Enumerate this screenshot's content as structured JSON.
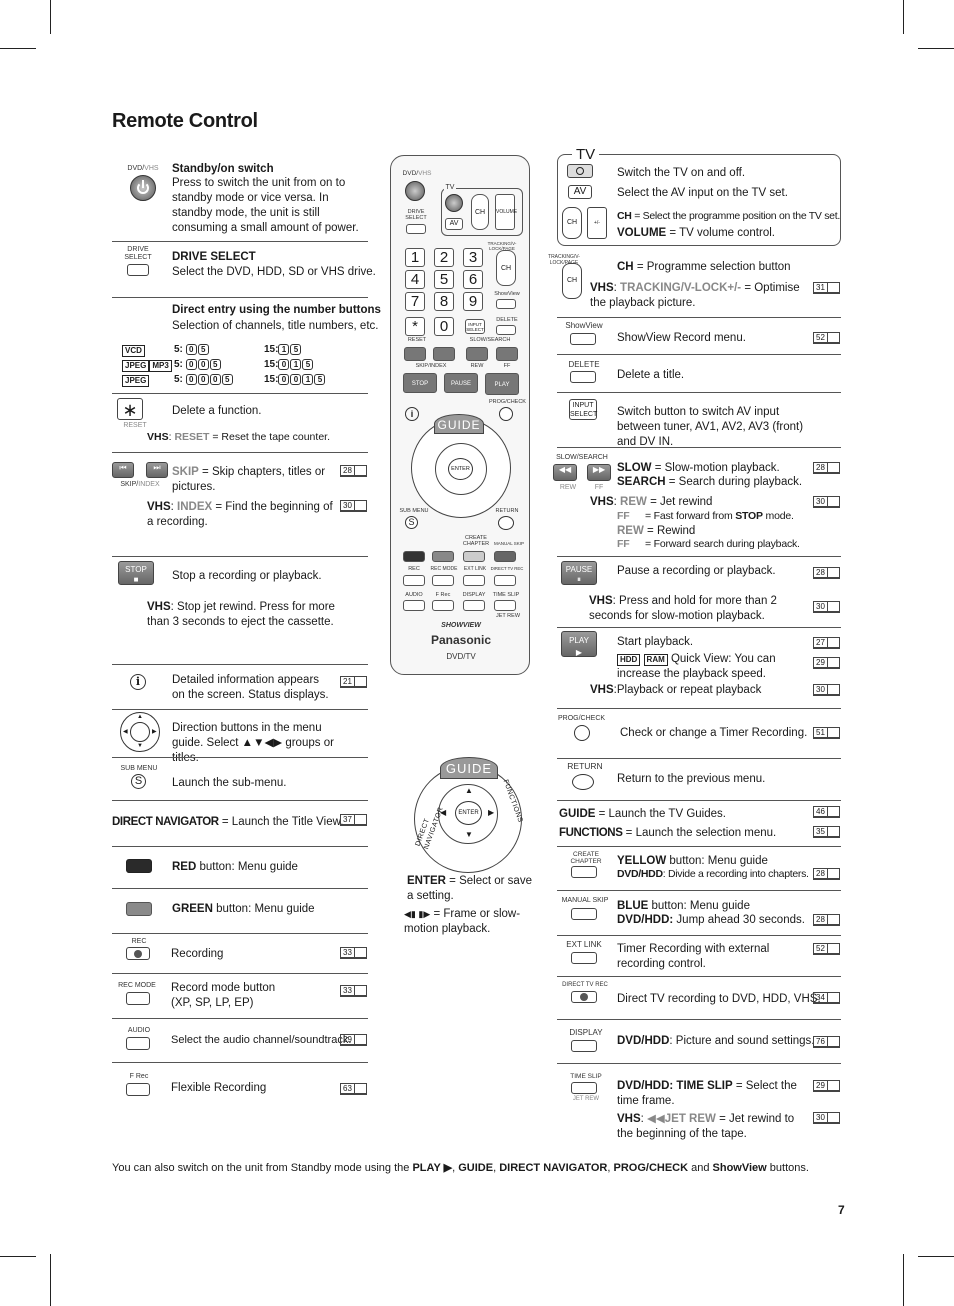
{
  "page": {
    "title": "Remote Control",
    "page_number": "7",
    "footer_parts": [
      "You can also switch on the unit from Standby mode using the ",
      "PLAY ▶",
      ", ",
      "GUIDE",
      ", ",
      "DIRECT NAVIGATOR",
      ", ",
      "PROG/CHECK",
      " and ",
      "ShowView",
      " buttons."
    ]
  },
  "left": {
    "standby": {
      "label_top": "DVD/",
      "label_vhs": "VHS",
      "title": "Standby/on switch",
      "desc": "Press to switch the unit from on to standby mode or vice versa. In standby mode, the unit is still consuming a small amount of power."
    },
    "drive": {
      "label": "DRIVE SELECT",
      "title": "DRIVE SELECT",
      "desc": "Select the DVD, HDD, SD or VHS drive."
    },
    "direct_entry": {
      "title": "Direct entry using the number buttons",
      "desc": "Selection of channels, title numbers, etc.",
      "tags": [
        "VCD",
        "JPEG",
        "MP3",
        "JPEG"
      ],
      "col1_labels": [
        "5:",
        "5:",
        "5:"
      ],
      "col1_keys": [
        [
          "0",
          "5"
        ],
        [
          "0",
          "0",
          "5"
        ],
        [
          "0",
          "0",
          "0",
          "5"
        ]
      ],
      "col2_labels": [
        "15:",
        "15:",
        "15:"
      ],
      "col2_keys": [
        [
          "1",
          "5"
        ],
        [
          "0",
          "1",
          "5"
        ],
        [
          "0",
          "0",
          "1",
          "5"
        ]
      ]
    },
    "reset": {
      "label": "RESET",
      "desc": "Delete a function.",
      "vhs": "VHS",
      "vhs_key": "RESET",
      "vhs_text": " = Reset the tape counter."
    },
    "skip": {
      "label_a": "SKIP/",
      "label_b": "INDEX",
      "skip_word": "SKIP",
      "skip_text": " = Skip chapters, titles or pictures.",
      "page1": "28",
      "vhs": "VHS",
      "index_word": "INDEX",
      "index_text": " = Find the beginning of a recording.",
      "page2": "30"
    },
    "stop": {
      "label": "STOP",
      "desc": "Stop a recording or playback.",
      "vhs": "VHS",
      "vhs_text": ": Stop jet rewind. Press for more than 3 seconds to eject the cassette."
    },
    "info": {
      "desc": "Detailed information appears on the screen. Status displays.",
      "page": "21"
    },
    "direction": {
      "desc": "Direction buttons in the menu guide. Select ▲▼◀▶ groups or titles."
    },
    "submenu": {
      "label": "SUB MENU",
      "desc": "Launch the sub-menu."
    },
    "direct_nav": {
      "title": "DIRECT NAVIGATOR",
      "desc": " = Launch the Title View.",
      "page": "37"
    },
    "red": {
      "title": "RED",
      "desc": " button: Menu guide"
    },
    "green": {
      "title": "GREEN",
      "desc": " button: Menu guide"
    },
    "rec": {
      "label": "REC",
      "desc": "Recording",
      "page": "33"
    },
    "recmode": {
      "label": "REC MODE",
      "desc": "Record mode button (XP, SP, LP, EP)",
      "page": "33"
    },
    "audio": {
      "label": "AUDIO",
      "desc": "Select the audio channel/soundtrack.",
      "page": "29"
    },
    "frec": {
      "label": "F Rec",
      "desc": "Flexible Recording",
      "page": "63"
    }
  },
  "center": {
    "enter_word": "ENTER",
    "enter_text": " = Select or save a setting.",
    "frame_text": " = Frame or slow-motion playback.",
    "guide_word": "GUIDE",
    "functions_word": "FUNCTIONS",
    "navigator_word": "DIRECT NAVIGATOR",
    "enter_key": "ENTER"
  },
  "remote": {
    "dvd": "DVD/",
    "vhs": "VHS",
    "tv": "TV",
    "drive": "DRIVE SELECT",
    "av": "AV",
    "ch": "CH",
    "volume": "VOLUME",
    "tracking": "TRACKING/V-LOCK/PAGE",
    "showview": "ShowView",
    "input": "INPUT SELECT",
    "delete": "DELETE",
    "reset": "RESET",
    "slow": "SLOW/SEARCH",
    "skipidx": "SKIP/INDEX",
    "rew": "REW",
    "ff": "FF",
    "stop": "STOP",
    "pause": "PAUSE",
    "play": "PLAY",
    "progcheck": "PROG/CHECK",
    "guide": "GUIDE",
    "functions": "FUNCTIONS",
    "navigator": "DIRECT NAVIGATOR",
    "enter": "ENTER",
    "submenu": "SUB MENU",
    "return": "RETURN",
    "create": "CREATE CHAPTER",
    "manualskip": "MANUAL SKIP",
    "rec": "REC",
    "recmode": "REC MODE",
    "extlink": "EXT LINK",
    "directtv": "DIRECT TV REC",
    "audio": "AUDIO",
    "frec": "F Rec",
    "display": "DISPLAY",
    "timeslip": "TIME SLIP",
    "jetrew": "JET REW",
    "showview_logo": "SHOWVIEW",
    "brand": "Panasonic",
    "model": "DVD/TV",
    "keys": [
      "1",
      "2",
      "3",
      "4",
      "5",
      "6",
      "7",
      "8",
      "9",
      "*",
      "0"
    ]
  },
  "right": {
    "tv_box": {
      "title": "TV",
      "power_desc": "Switch the TV on and off.",
      "av_label": "AV",
      "av_desc": "Select the AV input on the TV set.",
      "ch_word": "CH",
      "ch_text": " = Select the programme position on the TV set.",
      "vol_word": "VOLUME",
      "vol_text": " = TV volume control."
    },
    "ch": {
      "label": "TRACKING/V-LOCK/PAGE",
      "ch_word": "CH",
      "ch_text": " = Programme selection button",
      "vhs": "VHS",
      "track_word": "TRACKING/V-LOCK+/-",
      "track_text": " = Optimise the playback picture.",
      "page": "31"
    },
    "showview": {
      "label": "ShowView",
      "desc": "ShowView Record menu.",
      "page": "52"
    },
    "delete": {
      "label": "DELETE",
      "desc": "Delete a title."
    },
    "input": {
      "label": "INPUT SELECT",
      "desc": "Switch button to switch AV input between tuner, AV1, AV2, AV3 (front) and DV IN."
    },
    "slow": {
      "label": "SLOW/SEARCH",
      "rew": "REW",
      "ff": "FF",
      "slow_word": "SLOW",
      "slow_text": " = Slow-motion playback.",
      "search_word": "SEARCH",
      "search_text": " = Search during playback.",
      "page1": "28",
      "vhs": "VHS",
      "rew_word": "REW",
      "rew_text": " = Jet rewind",
      "page2": "30",
      "ff_word": "FF",
      "ff_text1": "= Fast forward from ",
      "ff_stop": "STOP",
      "ff_text2": " mode.",
      "rew2_word": "REW",
      "rew2_text": " = Rewind",
      "ff2_word": "FF",
      "ff2_text": "= Forward search during playback."
    },
    "pause": {
      "label": "PAUSE",
      "desc": "Pause a recording or playback.",
      "page1": "28",
      "vhs": "VHS",
      "vhs_text": ": Press and hold for more than 2 seconds for slow-motion playback.",
      "page2": "30"
    },
    "play": {
      "label": "PLAY",
      "desc": "Start playback.",
      "page1": "27",
      "hdd": "HDD",
      "ram": "RAM",
      "quick": " Quick View: You can increase the playback speed.",
      "page2": "29",
      "vhs": "VHS",
      "vhs_text": ":Playback or repeat playback",
      "page3": "30"
    },
    "progcheck": {
      "label": "PROG/CHECK",
      "desc": "Check or change a Timer Recording.",
      "page": "51"
    },
    "return": {
      "label": "RETURN",
      "desc": "Return to the previous menu."
    },
    "guide": {
      "guide_word": "GUIDE",
      "guide_text": " = Launch the TV Guides.",
      "page1": "46",
      "func_word": "FUNCTIONS",
      "func_text": " = Launch the selection menu.",
      "page2": "35"
    },
    "yellow": {
      "label": "CREATE CHAPTER",
      "title": "YELLOW",
      "text": " button: Menu guide",
      "sub_b": "DVD/HDD",
      "sub": ": Divide a recording into chapters.",
      "page": "28"
    },
    "blue": {
      "label": "MANUAL SKIP",
      "title": "BLUE",
      "text": " button: Menu guide",
      "sub_b": "DVD/HDD:",
      "sub": " Jump ahead 30 seconds.",
      "page": "28"
    },
    "extlink": {
      "label": "EXT LINK",
      "desc": "Timer Recording with external recording control.",
      "page": "52"
    },
    "directtv": {
      "label": "DIRECT TV REC",
      "desc": "Direct TV recording to DVD, HDD, VHS.",
      "page": "34"
    },
    "display": {
      "label": "DISPLAY",
      "title": "DVD/HDD",
      "desc": ": Picture and sound settings.",
      "page": "76"
    },
    "timeslip": {
      "label": "TIME SLIP",
      "jet": "JET REW",
      "title": "DVD/HDD: TIME SLIP",
      "desc": " = Select the time frame.",
      "page1": "29",
      "vhs": "VHS",
      "jet_word": "JET REW",
      "vhs_text": " = Jet rewind to the beginning of the tape.",
      "page2": "30"
    }
  }
}
